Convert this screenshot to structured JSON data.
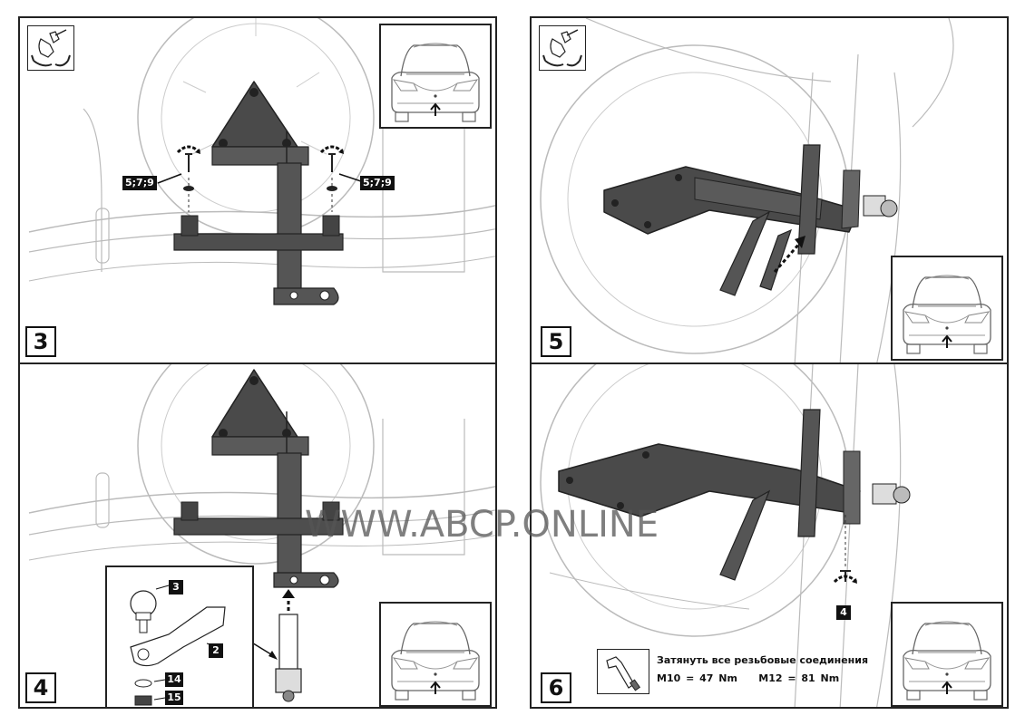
{
  "steps": [
    {
      "number": "3",
      "callouts": [
        "5;7;9",
        "5;7;9"
      ]
    },
    {
      "number": "4",
      "callouts": [
        "3",
        "2",
        "14",
        "15"
      ]
    },
    {
      "number": "5",
      "callouts": []
    },
    {
      "number": "6",
      "callouts": [
        "4"
      ]
    }
  ],
  "torque": {
    "instruction": "Затянуть все резьбовые соединения",
    "m10": "M10 = 47 Nm",
    "m12": "M12 = 81 Nm"
  },
  "watermark": "WWW.ABCP.ONLINE",
  "icons": [
    "wrench-tool-icon",
    "car-rear-reference-icon",
    "rotation-arrows-icon",
    "insertion-arrow-icon"
  ],
  "colors": {
    "frame": "#222222",
    "bracket": "#4a4a4a",
    "line": "#b5b5b5",
    "callout_bg": "#111111"
  }
}
